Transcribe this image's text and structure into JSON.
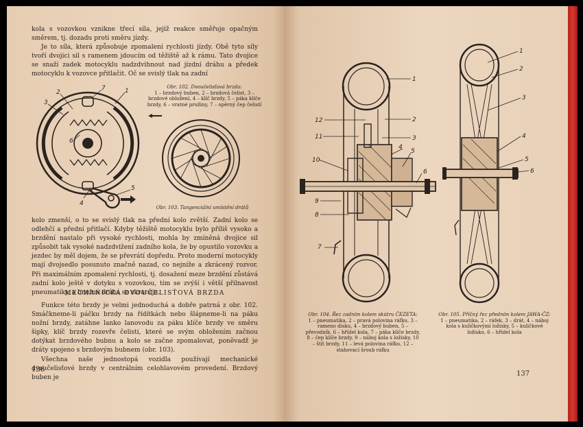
{
  "left_page": {
    "paragraph_1": "kola s vozovkou vznikne třecí síla, jejíž reakce směřuje opačným směrem, tj. dozadu proti směru jízdy.",
    "paragraph_2": "Je to síla, která způsobuje zpomalení rychlosti jízdy. Obě tyto síly tvoří dvojici sil s ramenem jdoucím od těžiště až k rámu. Tato dvojice se snaží zadek motocyklu nadzdvihnout nad jízdní dráhu a předek motocyklu k vozovce přitlačit. Oč se svislý tlak na zadní",
    "fig102": {
      "title": "Obr. 102. Dvoučelisťová brzda:",
      "legend": "1 – brzdový buben, 2 – brzdová čelist, 3 – brzdové obložení, 4 – klíč brzdy, 5 – páka klíče brzdy, 6 – vratné pružiny, 7 – opěrný čep čelistí",
      "labels": [
        "1",
        "2",
        "3",
        "4",
        "5",
        "6",
        "7"
      ]
    },
    "fig103": {
      "title": "Obr. 103. Tangenciální umístění drátů"
    },
    "paragraph_3": "kolo zmenší, o to se svislý tlak na přední kolo zvětší. Zadní kolo se odlehčí a přední přitlačí. Kdyby těžiště motocyklu bylo příliš vysoko a brzdění nastalo při vysoké rychlosti, mohla by zmíněná dvojice sil způsobit tak vysoké nadzdvižení zadního kola, že by opustilo vozovku a jezdec by měl dojem, že se převrátí dopředu. Proto moderní motocykly mají dvojsedlo posunuto značně nazad, co nejníže a zkrácený rozvor. Při maximálním zpomalení rychlosti, tj. dosažení meze brzdění zůstává zadní kolo ještě v dotyku s vozovkou, tím se zvýší i větší přilnavost pneumatiky, a brzdná dráha se zkracuje.",
    "section_title": "MECHANICKÁ DVOUČELISŤOVÁ BRZDA",
    "paragraph_4": "Funkce této brzdy je velmi jednoduchá a dobře patrná z obr. 102. Smáčkneme-li páčku brzdy na řídítkách nebo šlápneme-li na páku nožní brzdy, zatáhne lanko lanovodu za páku klíče brzdy ve směru šipky, klíč brzdy rozevře čelisti, které se svým obložením začnou dotýkat brzdového bubnu a kolo se začne zpomalovat, poněvadž je dráty spojeno s brzdovým bubnem (obr. 103).",
    "paragraph_5": "Všechna naše jednostopá vozidla používají mechanické dvoučelisťové brzdy v centrálním celohlavovém provedení. Brzdový buben je",
    "page_number": "136"
  },
  "right_page": {
    "fig104": {
      "title": "Obr. 104. Řez zadním kolem skútru ČEZETA:",
      "legend": "1 – pneumatika, 2 – pravá polovina ráfku, 3 – rameno disku, 4 – brzdový buben, 5 – převodník, 6 – hřídel kola, 7 – páka klíče brzdy, 8 – čep klíče brzdy, 9 – náboj kola s ložisky, 10 – štít brzdy, 11 – levá polovina ráfku, 12 – stahovací šroub ráfku",
      "labels": [
        "1",
        "2",
        "3",
        "4",
        "5",
        "6",
        "7",
        "8",
        "9",
        "10",
        "11",
        "12"
      ]
    },
    "fig105": {
      "title": "Obr. 105. Příčný řez předním kolem JAWA-ČZ:",
      "legend": "1 – pneumatika, 2 – ráfek, 3 – drát, 4 – náboj kola s kuličkovými ložisky, 5 – kuličkové ložisko, 6 – hřídel kola",
      "labels": [
        "1",
        "2",
        "3",
        "4",
        "5",
        "6"
      ]
    },
    "page_number": "137"
  },
  "colors": {
    "paper": "#e9d2b9",
    "ink": "#2a2320",
    "cover_edge": "#c52b24"
  }
}
